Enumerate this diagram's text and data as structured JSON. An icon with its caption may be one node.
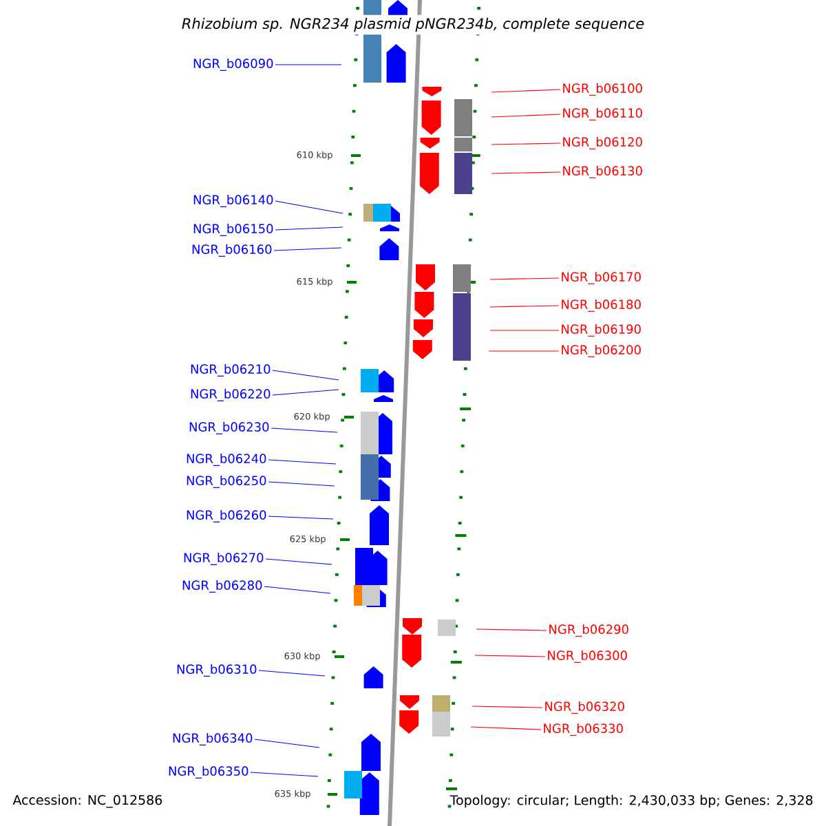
{
  "diagram": {
    "title": "Rhizobium sp. NGR234 plasmid pNGR234b, complete sequence",
    "nodes": [
      {
        "text": [
          "NGR_b06090"
        ]
      },
      {
        "text": [
          "NGR_b06100"
        ]
      },
      {
        "text": [
          "NGR_b06110"
        ]
      },
      {
        "text": [
          "NGR_b06120"
        ]
      },
      {
        "text": [
          "NGR_b06130"
        ]
      },
      {
        "text": [
          "NGR_b06140"
        ]
      },
      {
        "text": [
          "NGR_b06150"
        ]
      },
      {
        "text": [
          "NGR_b06160"
        ]
      },
      {
        "text": [
          "NGR_b06170"
        ]
      },
      {
        "text": [
          "NGR_b06180"
        ]
      },
      {
        "text": [
          "NGR_b06190"
        ]
      },
      {
        "text": [
          "NGR_b06200"
        ]
      },
      {
        "text": [
          "NGR_b06210"
        ]
      },
      {
        "text": [
          "NGR_b06220"
        ]
      },
      {
        "text": [
          "NGR_b06230"
        ]
      },
      {
        "text": [
          "NGR_b06240"
        ]
      },
      {
        "text": [
          "NGR_b06250"
        ]
      },
      {
        "text": [
          "NGR_b06260"
        ]
      },
      {
        "text": [
          "NGR_b06270"
        ]
      },
      {
        "text": [
          "NGR_b06280"
        ]
      },
      {
        "text": [
          "NGR_b06290"
        ]
      },
      {
        "text": [
          "NGR_b06300"
        ]
      },
      {
        "text": [
          "NGR_b06310"
        ]
      },
      {
        "text": [
          "NGR_b06320"
        ]
      },
      {
        "text": [
          "NGR_b06330"
        ]
      },
      {
        "text": [
          "NGR_b06340"
        ]
      },
      {
        "text": [
          "NGR_b06350"
        ]
      }
    ],
    "edges": [
      {
        "from": 0,
        "to": null,
        "arrow": "none"
      },
      {
        "from": 1,
        "to": null,
        "arrow": "none",
        "color": "#ff0000"
      },
      {
        "from": 2,
        "to": null,
        "arrow": "none",
        "color": "#ff0000"
      },
      {
        "from": 3,
        "to": null,
        "arrow": "none",
        "color": "#ff0000"
      },
      {
        "from": 4,
        "to": null,
        "arrow": "none",
        "color": "#ff0000"
      },
      {
        "from": 5,
        "to": null,
        "arrow": "none"
      },
      {
        "from": 6,
        "to": null,
        "arrow": "none"
      },
      {
        "from": 7,
        "to": null,
        "arrow": "none"
      },
      {
        "from": 8,
        "to": null,
        "arrow": "none",
        "color": "#ff0000"
      },
      {
        "from": 9,
        "to": null,
        "arrow": "none",
        "color": "#ff0000"
      },
      {
        "from": 10,
        "to": null,
        "arrow": "none",
        "color": "#ff0000"
      },
      {
        "from": 11,
        "to": null,
        "arrow": "none",
        "color": "#ff0000"
      },
      {
        "from": 12,
        "to": null,
        "arrow": "none"
      },
      {
        "from": 13,
        "to": null,
        "arrow": "none"
      },
      {
        "from": 14,
        "to": null,
        "arrow": "none"
      },
      {
        "from": 15,
        "to": null,
        "arrow": "none"
      },
      {
        "from": 16,
        "to": null,
        "arrow": "none"
      },
      {
        "from": 17,
        "to": null,
        "arrow": "none"
      },
      {
        "from": 18,
        "to": null,
        "arrow": "none"
      },
      {
        "from": 19,
        "to": null,
        "arrow": "none"
      },
      {
        "from": 20,
        "to": null,
        "arrow": "none",
        "color": "#ff0000"
      },
      {
        "from": 21,
        "to": null,
        "arrow": "none",
        "color": "#ff0000"
      },
      {
        "from": 22,
        "to": null,
        "arrow": "none"
      },
      {
        "from": 23,
        "to": null,
        "arrow": "none",
        "color": "#ff0000"
      },
      {
        "from": 24,
        "to": null,
        "arrow": "none",
        "color": "#ff0000"
      },
      {
        "from": 25,
        "to": null,
        "arrow": "none"
      },
      {
        "from": 26,
        "to": null,
        "arrow": "none"
      }
    ],
    "labels": [
      "610 kbp",
      "615 kbp",
      "620 kbp",
      "625 kbp",
      "630 kbp",
      "635 kbp",
      "Accession: NC_012586",
      "Topology: circular; Length: 2,430,033 bp; Genes: 2,328"
    ]
  }
}
